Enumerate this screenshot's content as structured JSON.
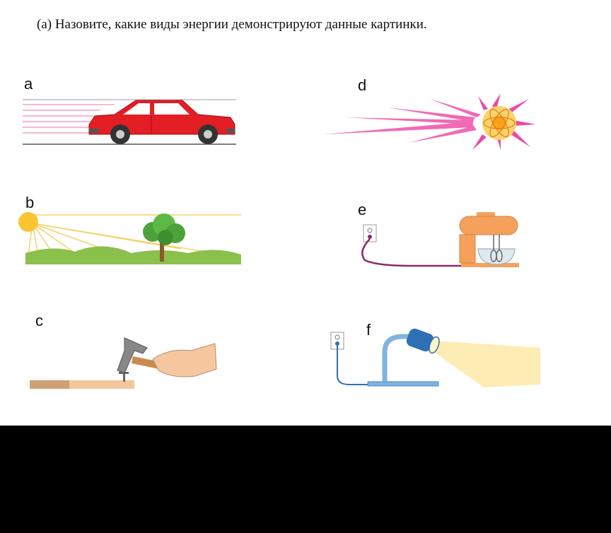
{
  "question": "(a) Назовите, какие виды энергии демонстрируют данные картинки.",
  "pictures": [
    {
      "label": "a",
      "icon": "moving-car-icon"
    },
    {
      "label": "b",
      "icon": "sun-and-tree-icon"
    },
    {
      "label": "c",
      "icon": "hammer-and-nail-icon"
    },
    {
      "label": "d",
      "icon": "radiating-sun-icon"
    },
    {
      "label": "e",
      "icon": "electric-mixer-icon"
    },
    {
      "label": "f",
      "icon": "desk-lamp-icon"
    }
  ],
  "colors": {
    "car": "#e31e24",
    "speed_lines": "#f3a0c8",
    "sun_rays": "#f06ab4",
    "sun_core": "#f6a21b",
    "mixer": "#f5a15c",
    "cable": "#8b2a6a",
    "lamp_body": "#7fb3e0",
    "light_beam": "#fde9a6"
  }
}
